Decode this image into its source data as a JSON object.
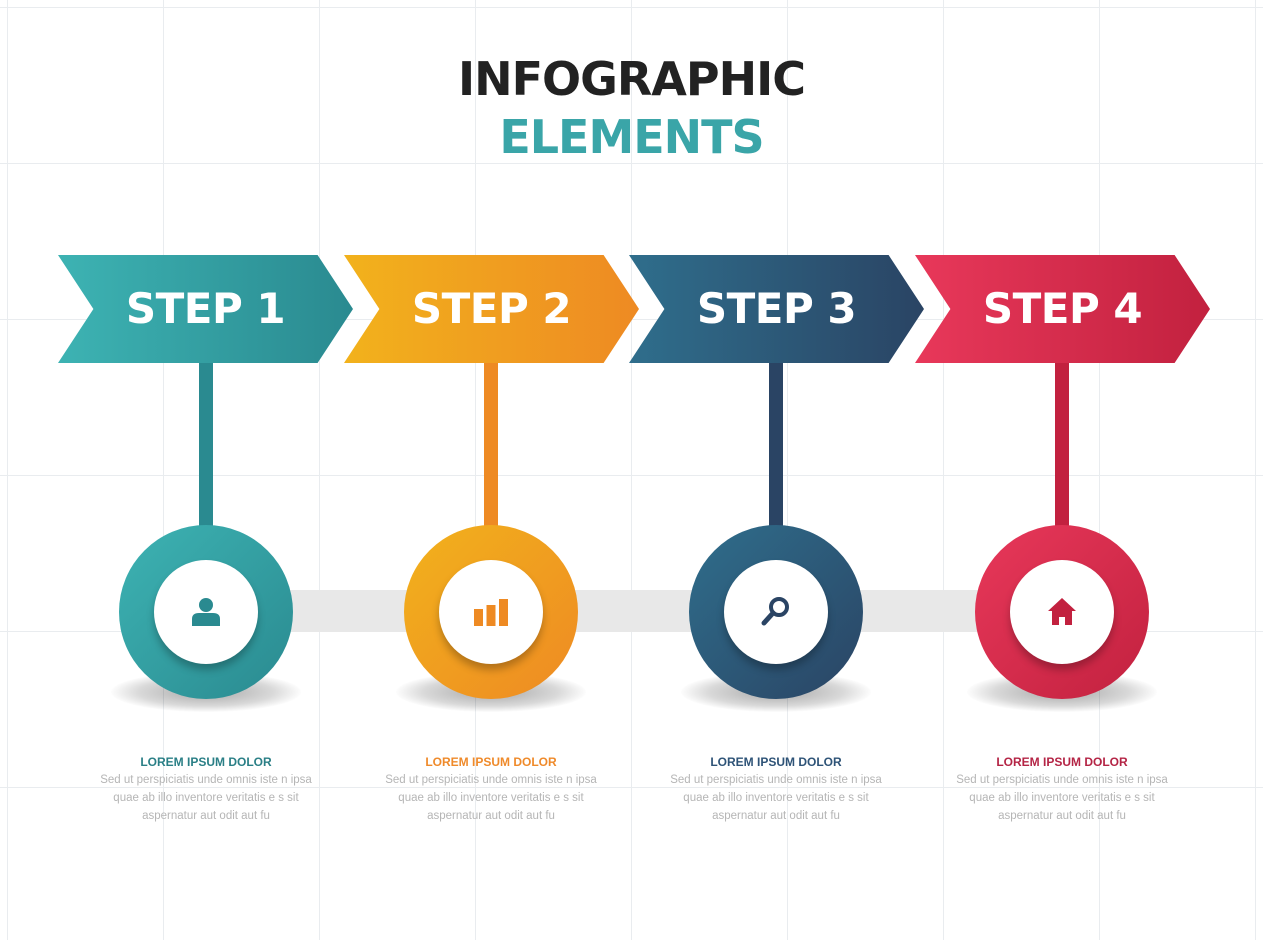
{
  "title": {
    "line1": "INFOGRAPHIC",
    "line2": "ELEMENTS"
  },
  "colors": {
    "title_dark": "#222222",
    "title_accent": "#3aa5a8",
    "connector": "#e8e8e8",
    "body_text": "#b5b5b5"
  },
  "steps": [
    {
      "label": "STEP 1",
      "icon": "user-icon",
      "heading": "LOREM IPSUM DOLOR",
      "text": "Sed ut perspiciatis unde omnis iste n ipsa quae ab illo inventore veritatis e s sit aspernatur aut odit aut fu",
      "color_light": "#3db3b3",
      "color_dark": "#2a8a90",
      "heading_color": "#2a7f86"
    },
    {
      "label": "STEP 2",
      "icon": "bar-chart-icon",
      "heading": "LOREM IPSUM DOLOR",
      "text": "Sed ut perspiciatis unde omnis iste n ipsa quae ab illo inventore veritatis e s sit aspernatur aut odit aut fu",
      "color_light": "#f2b21c",
      "color_dark": "#ee8a23",
      "heading_color": "#ef8a2a"
    },
    {
      "label": "STEP 3",
      "icon": "search-icon",
      "heading": "LOREM IPSUM DOLOR",
      "text": "Sed ut perspiciatis unde omnis iste n ipsa quae ab illo inventore veritatis e s sit aspernatur aut odit aut fu",
      "color_light": "#2f6e8c",
      "color_dark": "#2a4464",
      "heading_color": "#2e5377"
    },
    {
      "label": "STEP 4",
      "icon": "home-icon",
      "heading": "LOREM IPSUM DOLOR",
      "text": "Sed ut perspiciatis unde omnis iste n ipsa quae ab illo inventore veritatis e s sit aspernatur aut odit aut fu",
      "color_light": "#e8385a",
      "color_dark": "#c2213f",
      "heading_color": "#b42445"
    }
  ]
}
